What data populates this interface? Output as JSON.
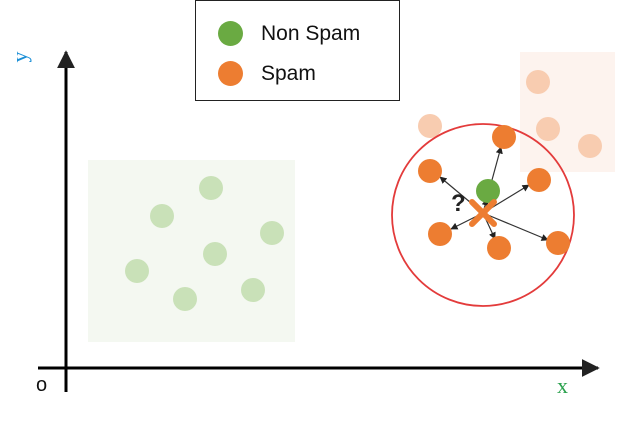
{
  "legend": {
    "items": [
      {
        "label": "Non Spam",
        "color": "#6aaa42"
      },
      {
        "label": "Spam",
        "color": "#ed7d31"
      }
    ]
  },
  "axes": {
    "x_label": "x",
    "y_label": "y",
    "origin_label": "o"
  },
  "query_label": "?",
  "colors": {
    "non_spam": "#6aaa42",
    "non_spam_faded": "#c9e1b8",
    "spam": "#ed7d31",
    "spam_faded": "#f8ccb0",
    "circle": "#e33b3b",
    "axis_label": "#1b8fd6",
    "x_label": "#2aa14d",
    "cluster_bg": "#f4f8f1"
  }
}
